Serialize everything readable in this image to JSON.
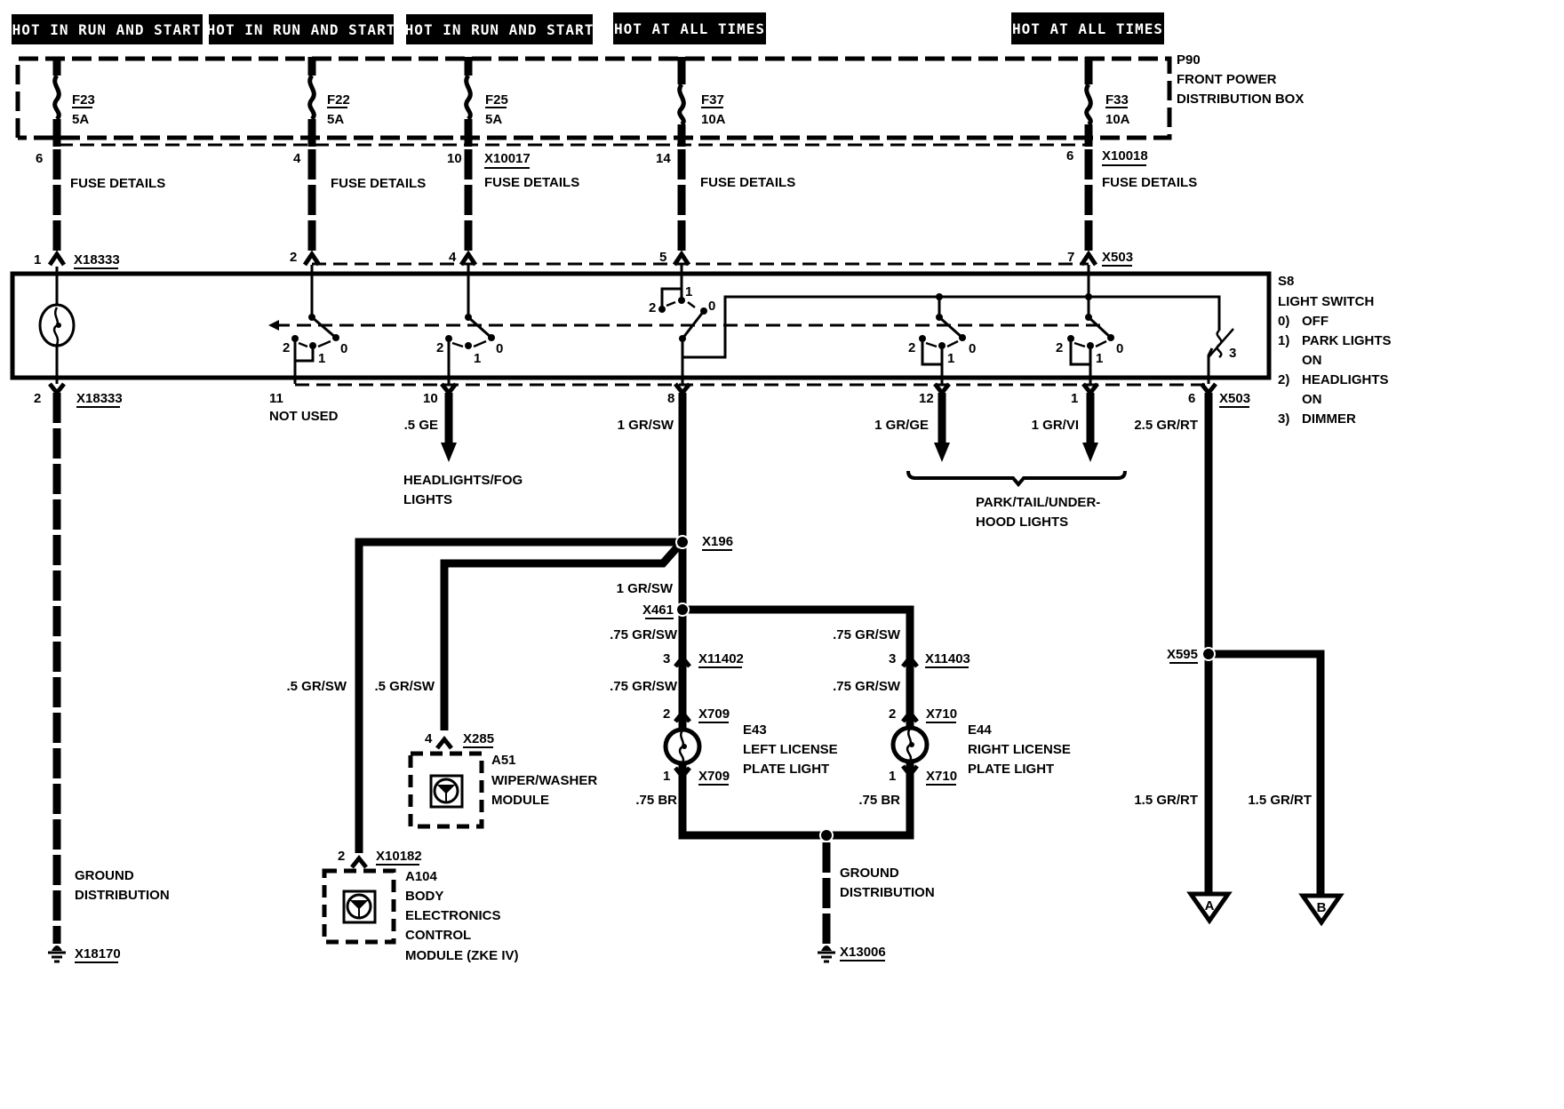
{
  "power_banners": [
    {
      "label": "HOT IN RUN AND START"
    },
    {
      "label": "HOT IN RUN AND START"
    },
    {
      "label": "HOT IN RUN AND START"
    },
    {
      "label": "HOT AT ALL TIMES"
    },
    {
      "label": "HOT AT ALL TIMES"
    }
  ],
  "distribution_box": {
    "id": "P90",
    "name_line1": "FRONT POWER",
    "name_line2": "DISTRIBUTION BOX"
  },
  "fuses": [
    {
      "id": "F23",
      "rating": "5A",
      "out_pin": "6",
      "connector": "",
      "details": "FUSE DETAILS",
      "switch_pin": "1",
      "switch_connector": "X18333"
    },
    {
      "id": "F22",
      "rating": "5A",
      "out_pin": "4",
      "connector": "",
      "details": "FUSE DETAILS",
      "switch_pin": "2",
      "switch_connector": ""
    },
    {
      "id": "F25",
      "rating": "5A",
      "out_pin": "10",
      "connector": "X10017",
      "details": "FUSE DETAILS",
      "switch_pin": "4",
      "switch_connector": ""
    },
    {
      "id": "F37",
      "rating": "10A",
      "out_pin": "14",
      "connector": "",
      "details": "FUSE DETAILS",
      "switch_pin": "5",
      "switch_connector": ""
    },
    {
      "id": "F33",
      "rating": "10A",
      "out_pin": "6",
      "connector": "X10018",
      "details": "FUSE DETAILS",
      "switch_pin": "7",
      "switch_connector": "X503"
    }
  ],
  "light_switch": {
    "id": "S8",
    "name": "LIGHT SWITCH",
    "positions": [
      {
        "num": "0)",
        "text1": "OFF",
        "text2": ""
      },
      {
        "num": "1)",
        "text1": "PARK LIGHTS",
        "text2": "ON"
      },
      {
        "num": "2)",
        "text1": "HEADLIGHTS",
        "text2": "ON"
      },
      {
        "num": "3)",
        "text1": "DIMMER",
        "text2": ""
      }
    ],
    "contact_labels": {
      "p0": "0",
      "p1": "1",
      "p2": "2",
      "p3": "3"
    }
  },
  "switch_outputs": [
    {
      "pin": "2",
      "connector": "X18333",
      "wire": "",
      "note": ""
    },
    {
      "pin": "11",
      "connector": "",
      "wire": "",
      "note": "NOT USED"
    },
    {
      "pin": "10",
      "connector": "",
      "wire": ".5 GE",
      "note": ""
    },
    {
      "pin": "8",
      "connector": "",
      "wire": "1 GR/SW",
      "note": ""
    },
    {
      "pin": "12",
      "connector": "",
      "wire": "1 GR/GE",
      "note": ""
    },
    {
      "pin": "1",
      "connector": "",
      "wire": "1 GR/VI",
      "note": ""
    },
    {
      "pin": "6",
      "connector": "X503",
      "wire": "2.5 GR/RT",
      "note": ""
    }
  ],
  "destinations": {
    "headlights_line1": "HEADLIGHTS/FOG",
    "headlights_line2": "LIGHTS",
    "park_line1": "PARK/TAIL/UNDER-",
    "park_line2": "HOOD LIGHTS"
  },
  "splices": {
    "x196": "X196",
    "x461": "X461",
    "x595": "X595",
    "wire_after_x196": "1 GR/SW",
    "wire_bcm": ".5 GR/SW",
    "wire_wiper": ".5 GR/SW"
  },
  "license_lights": [
    {
      "id": "E43",
      "line1": "LEFT LICENSE",
      "line2": "PLATE LIGHT",
      "wire_in": ".75 GR/SW",
      "conn_pin": "3",
      "conn": "X11402",
      "wire_mid": ".75 GR/SW",
      "lamp_pin_in": "2",
      "lamp_conn": "X709",
      "lamp_pin_out": "1",
      "wire_out": ".75 BR"
    },
    {
      "id": "E44",
      "line1": "RIGHT LICENSE",
      "line2": "PLATE LIGHT",
      "wire_in": ".75 GR/SW",
      "conn_pin": "3",
      "conn": "X11403",
      "wire_mid": ".75 GR/SW",
      "lamp_pin_in": "2",
      "lamp_conn": "X710",
      "lamp_pin_out": "1",
      "wire_out": ".75 BR"
    }
  ],
  "modules": [
    {
      "id": "A51",
      "line1": "WIPER/WASHER",
      "line2": "MODULE",
      "line3": "",
      "line4": "",
      "pin": "4",
      "connector": "X285"
    },
    {
      "id": "A104",
      "line1": "BODY",
      "line2": "ELECTRONICS",
      "line3": "CONTROL",
      "line4": "MODULE (ZKE IV)",
      "pin": "2",
      "connector": "X10182"
    }
  ],
  "grounds": [
    {
      "line1": "GROUND",
      "line2": "DISTRIBUTION",
      "connector": "X18170"
    },
    {
      "line1": "GROUND",
      "line2": "DISTRIBUTION",
      "connector": "X13006"
    }
  ],
  "dimmer_outputs": [
    {
      "wire": "1.5 GR/RT",
      "terminal": "A"
    },
    {
      "wire": "1.5 GR/RT",
      "terminal": "B"
    }
  ]
}
